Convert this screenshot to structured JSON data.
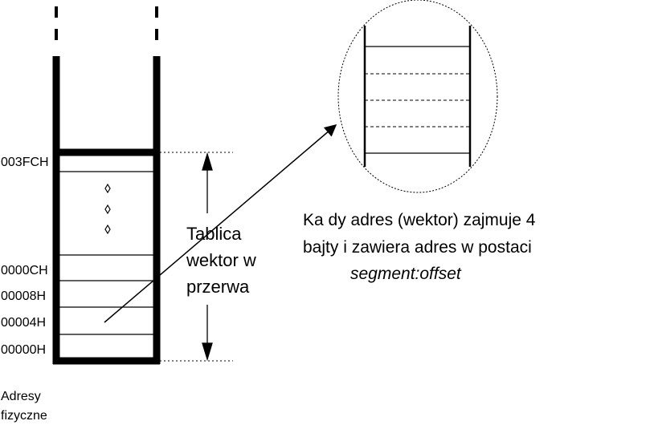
{
  "addresses": {
    "a003FC": "003FCH",
    "a0000C": "0000CH",
    "a00008": "00008H",
    "a00004": "00004H",
    "a00000": "00000H"
  },
  "table_label": {
    "line1": "Tablica",
    "line2": "wektor w",
    "line3": "przerwa"
  },
  "note": {
    "line1": "Ka dy adres (wektor) zajmuje 4",
    "line2": "bajty i zawiera adres w postaci",
    "line3": "segment:offset"
  },
  "physical_label": {
    "line1": "Adresy",
    "line2": "fizyczne"
  },
  "colors": {
    "ink": "#000000",
    "background": "#ffffff"
  }
}
